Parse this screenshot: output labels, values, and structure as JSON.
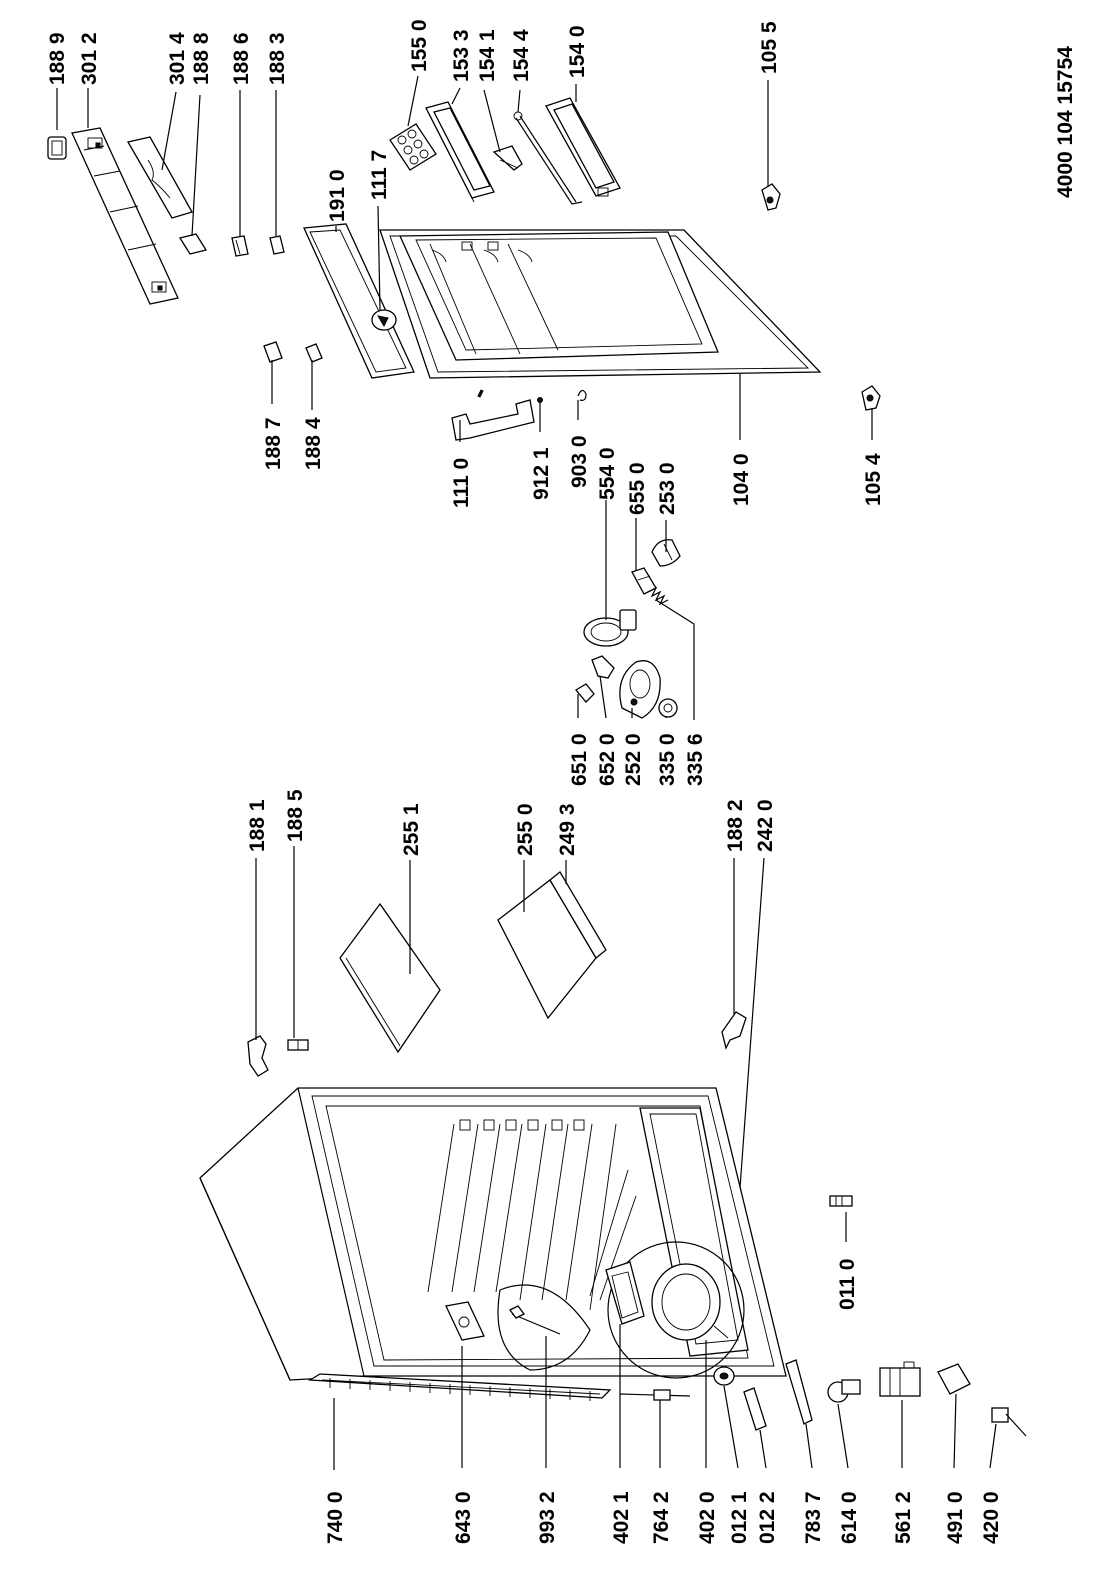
{
  "document_number": "4000 104 15754",
  "callouts": [
    {
      "id": "c-1889",
      "label": "188 9"
    },
    {
      "id": "c-3012",
      "label": "301 2"
    },
    {
      "id": "c-3014",
      "label": "301 4"
    },
    {
      "id": "c-1888",
      "label": "188 8"
    },
    {
      "id": "c-1886",
      "label": "188 6"
    },
    {
      "id": "c-1883",
      "label": "188 3"
    },
    {
      "id": "c-1550",
      "label": "155 0"
    },
    {
      "id": "c-1533",
      "label": "153 3"
    },
    {
      "id": "c-1541",
      "label": "154 1"
    },
    {
      "id": "c-1544",
      "label": "154 4"
    },
    {
      "id": "c-1540",
      "label": "154 0"
    },
    {
      "id": "c-1055",
      "label": "105 5"
    },
    {
      "id": "c-1910",
      "label": "191 0"
    },
    {
      "id": "c-1117",
      "label": "111 7"
    },
    {
      "id": "c-1887",
      "label": "188 7"
    },
    {
      "id": "c-1884",
      "label": "188 4"
    },
    {
      "id": "c-1110",
      "label": "111 0"
    },
    {
      "id": "c-9121",
      "label": "912 1"
    },
    {
      "id": "c-9030",
      "label": "903 0"
    },
    {
      "id": "c-5540",
      "label": "554 0"
    },
    {
      "id": "c-6550",
      "label": "655 0"
    },
    {
      "id": "c-2530",
      "label": "253 0"
    },
    {
      "id": "c-1040",
      "label": "104 0"
    },
    {
      "id": "c-1054",
      "label": "105 4"
    },
    {
      "id": "c-6510",
      "label": "651 0"
    },
    {
      "id": "c-6520",
      "label": "652 0"
    },
    {
      "id": "c-2520",
      "label": "252 0"
    },
    {
      "id": "c-3350",
      "label": "335 0"
    },
    {
      "id": "c-3356",
      "label": "335 6"
    },
    {
      "id": "c-1881",
      "label": "188 1"
    },
    {
      "id": "c-1885",
      "label": "188 5"
    },
    {
      "id": "c-2551",
      "label": "255 1"
    },
    {
      "id": "c-2550",
      "label": "255 0"
    },
    {
      "id": "c-2493",
      "label": "249 3"
    },
    {
      "id": "c-1882",
      "label": "188 2"
    },
    {
      "id": "c-2420",
      "label": "242 0"
    },
    {
      "id": "c-0110",
      "label": "011 0"
    },
    {
      "id": "c-7400",
      "label": "740 0"
    },
    {
      "id": "c-6430",
      "label": "643 0"
    },
    {
      "id": "c-9932",
      "label": "993 2"
    },
    {
      "id": "c-4021",
      "label": "402 1"
    },
    {
      "id": "c-7642",
      "label": "764 2"
    },
    {
      "id": "c-4020",
      "label": "402 0"
    },
    {
      "id": "c-0121",
      "label": "012 1"
    },
    {
      "id": "c-0122",
      "label": "012 2"
    },
    {
      "id": "c-7837",
      "label": "783 7"
    },
    {
      "id": "c-6140",
      "label": "614 0"
    },
    {
      "id": "c-5612",
      "label": "561 2"
    },
    {
      "id": "c-4910",
      "label": "491 0"
    },
    {
      "id": "c-4200",
      "label": "420 0"
    }
  ]
}
